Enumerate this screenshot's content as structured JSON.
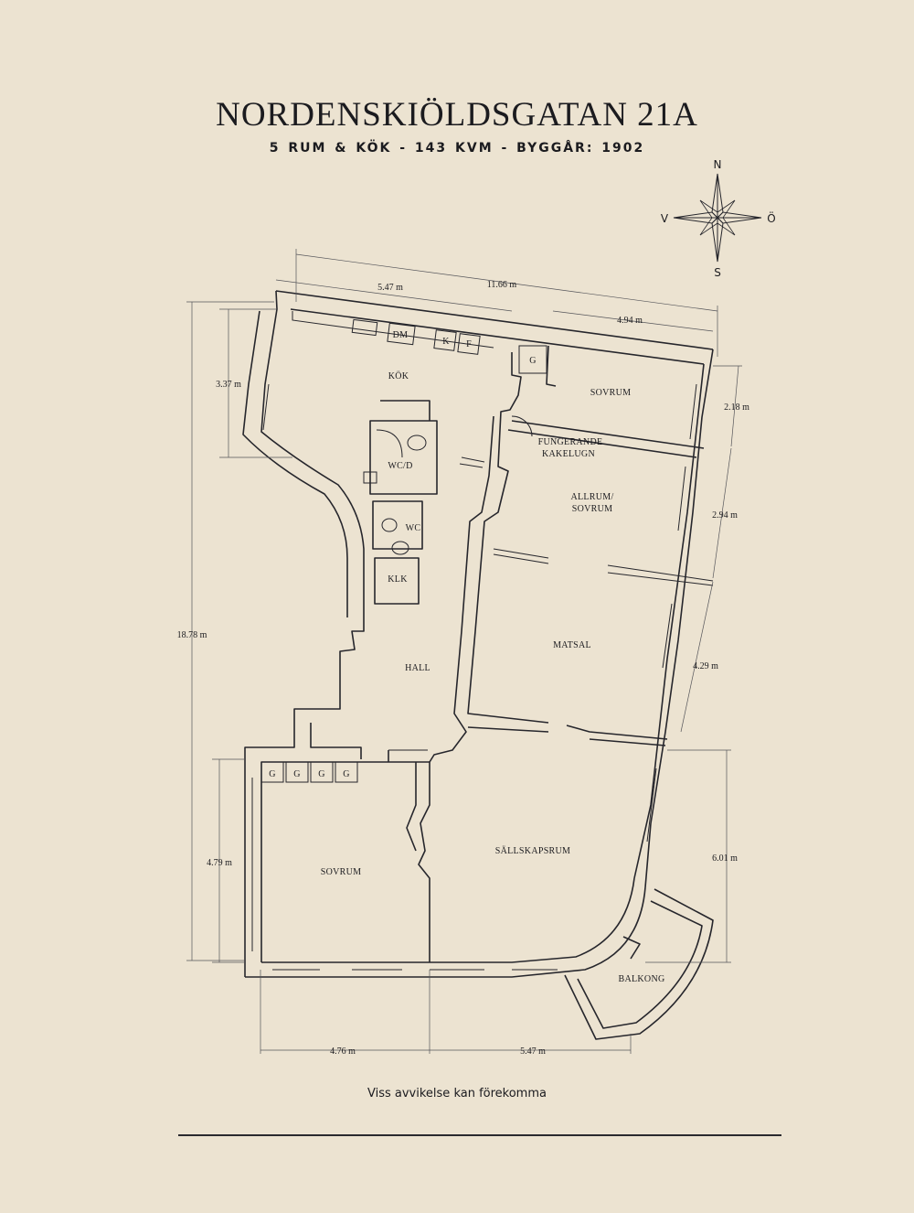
{
  "title": "NORDENSKIÖLDSGATAN 21A",
  "subtitle": "5 RUM & KÖK  -  143 KVM  -  BYGGÅR: 1902",
  "compass": {
    "n": "N",
    "s": "S",
    "v": "V",
    "o": "Ö"
  },
  "rooms": {
    "kok": "KÖK",
    "dm": "DM",
    "k": "K",
    "f": "F",
    "g": "G",
    "sovrum_top": "SOVRUM",
    "kakelugn_1": "FUNGERANDE",
    "kakelugn_2": "KAKELUGN",
    "wcd": "WC/D",
    "wc": "WC",
    "klk": "KLK",
    "allrum_1": "ALLRUM/",
    "allrum_2": "SOVRUM",
    "matsal": "MATSAL",
    "hall": "HALL",
    "g1": "G",
    "g2": "G",
    "g3": "G",
    "g4": "G",
    "sovrum_bottom": "SOVRUM",
    "sallskap": "SÄLLSKAPSRUM",
    "balkong": "BALKONG"
  },
  "dimensions": {
    "top_left": "5.47 m",
    "top_total": "11.66 m",
    "top_right": "4.94 m",
    "left_kitchen": "3.37 m",
    "total_height": "18.78 m",
    "left_bottom": "4.79 m",
    "right_1": "2.18 m",
    "right_2": "2.94 m",
    "right_3": "4.29 m",
    "right_4": "6.01 m",
    "bottom_left": "4.76 m",
    "bottom_right": "5.47 m"
  },
  "disclaimer": "Viss avvikelse kan förekomma"
}
